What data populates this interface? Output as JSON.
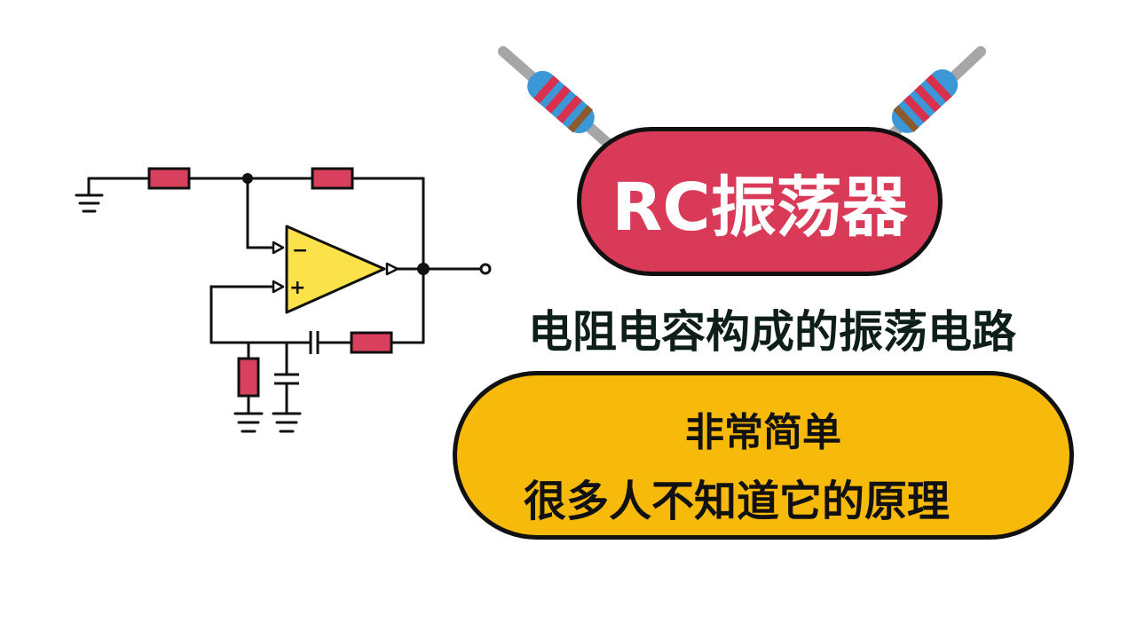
{
  "title": "RC振荡器",
  "subtitle": "电阻电容构成的振荡电路",
  "note": {
    "line1": "非常简单",
    "line2": "很多人不知道它的原理"
  },
  "opamp": {
    "minus": "−",
    "plus": "+"
  },
  "colors": {
    "title_pill": "#d93a57",
    "note_pill": "#f7b90a",
    "resistor": "#d9405e",
    "opamp": "#fbe24a",
    "resistor_body": "#3b97d6",
    "lead": "#a6a6a6"
  }
}
